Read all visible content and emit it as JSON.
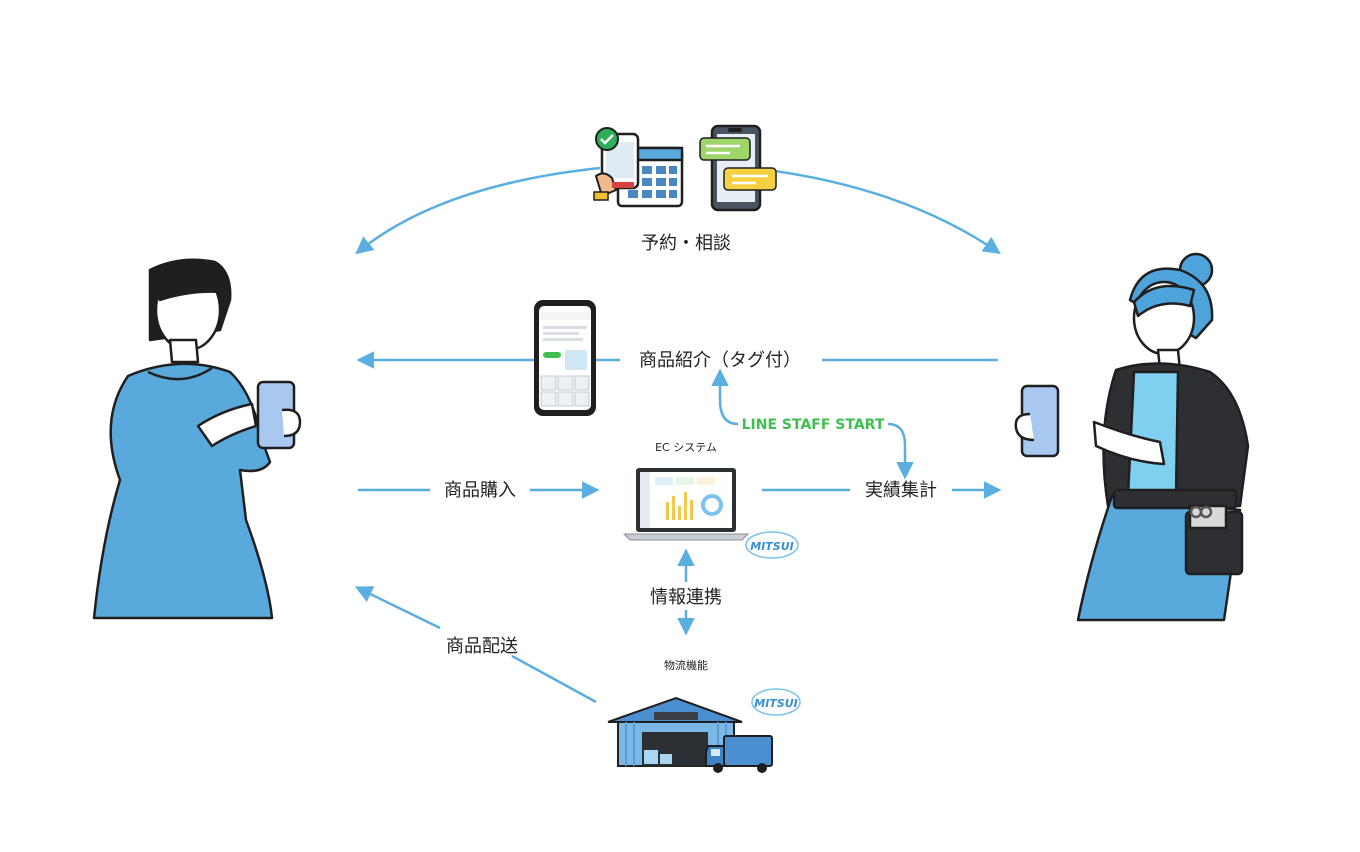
{
  "labels": {
    "reservation": "予約・相談",
    "product_intro": "商品紹介（タグ付）",
    "line_staff_start": "LINE STAFF START",
    "ec_system": "EC システム",
    "purchase": "商品購入",
    "results": "実績集計",
    "info_link": "情報連携",
    "delivery": "商品配送",
    "logistics": "物流機能",
    "mitsui_logo": "MITSUI"
  },
  "colors": {
    "arrow": "#5aaee0",
    "line_green": "#3fbf4f",
    "person_blue": "#5aa9dd",
    "outline": "#1f1f1f",
    "hair_blue": "#4ea3da"
  }
}
